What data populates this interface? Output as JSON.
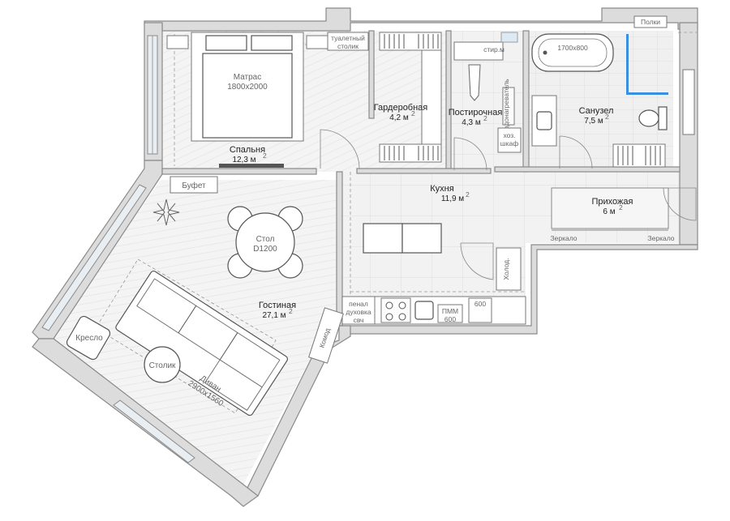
{
  "rooms": {
    "bedroom": {
      "name": "Спальня",
      "area": "12,3 м"
    },
    "wardrobe": {
      "name": "Гардеробная",
      "area": "4,2 м"
    },
    "laundry": {
      "name": "Постирочная",
      "area": "4,3 м"
    },
    "bathroom": {
      "name": "Санузел",
      "area": "7,5 м"
    },
    "kitchen": {
      "name": "Кухня",
      "area": "11,9 м"
    },
    "hallway": {
      "name": "Прихожая",
      "area": "6 м"
    },
    "living": {
      "name": "Гостиная",
      "area": "27,1 м"
    }
  },
  "area_superscript": "2",
  "furniture": {
    "mattress": {
      "label": "Матрас",
      "size": "1800х2000"
    },
    "vanity": {
      "label_line1": "туалетный",
      "label_line2": "столик"
    },
    "buffet": "Буфет",
    "table": {
      "label": "Стол",
      "size": "D1200"
    },
    "sofa": {
      "label": "Диван",
      "size": "2900х1560"
    },
    "armchair": "Кресло",
    "coffee_table": "Столик",
    "dresser": "Комод",
    "fridge": "Холод.",
    "pencil_case": {
      "line1": "пенал",
      "line2": "духовка",
      "line3": "свч"
    },
    "dishwasher": {
      "label": "ПММ",
      "size": "600"
    },
    "cabinet_600": "600",
    "washer": "стир.м",
    "water_heater": "водонагреватель",
    "utility_cabinet": {
      "line1": "хоз.",
      "line2": "шкаф"
    },
    "bathtub_size": "1700х800",
    "mirror": "Зеркало",
    "shelf": "Полки"
  }
}
